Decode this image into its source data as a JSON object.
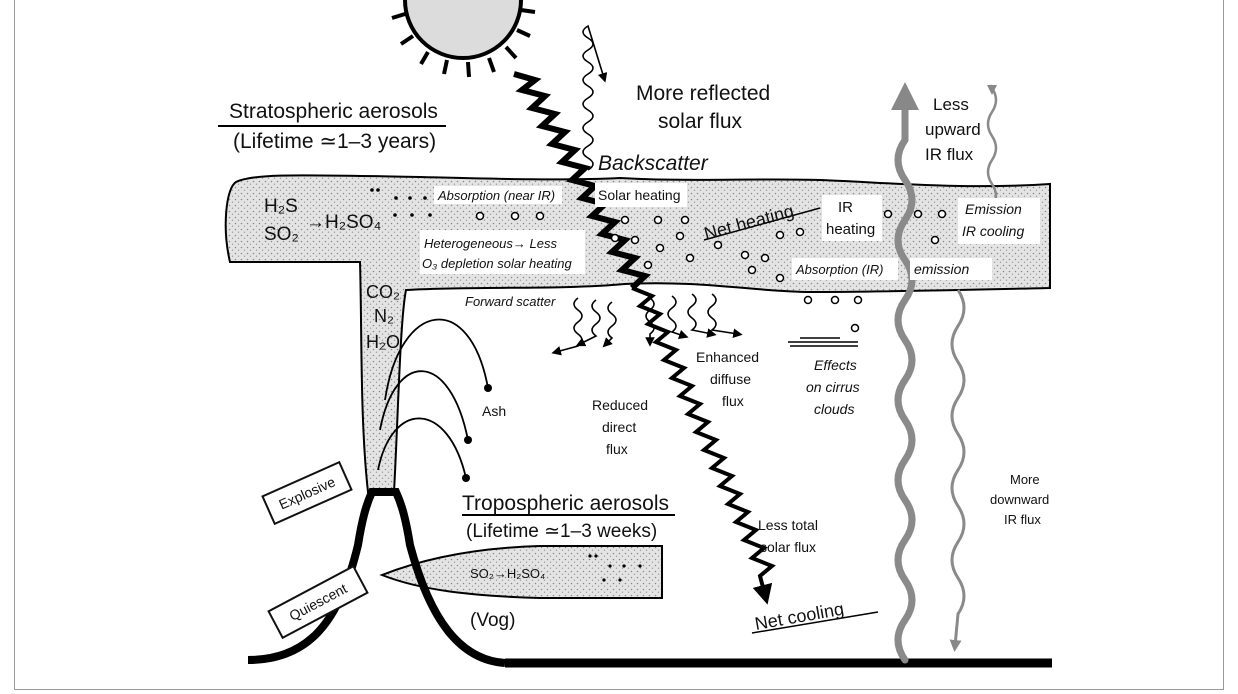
{
  "labels": {
    "more_reflected_1": "More reflected",
    "more_reflected_2": "solar flux",
    "strat_title": "Stratospheric aerosols",
    "strat_lifetime": "(Lifetime ≃1–3 years)",
    "backscatter": "Backscatter",
    "less_upward_1": "Less",
    "less_upward_2": "upward",
    "less_upward_3": "IR flux",
    "h2s": "H₂S",
    "so2": "SO₂",
    "h2so4": "→H₂SO₄",
    "absorption_near_ir": "Absorption (near IR)",
    "solar_heating": "Solar heating",
    "net_heating": "Net heating",
    "ir_heating_1": "IR",
    "ir_heating_2": "heating",
    "emission_cooling_1": "Emission",
    "emission_cooling_2": "IR cooling",
    "heterogeneous": "Heterogeneous→ Less",
    "o3_depletion": "O₃ depletion solar heating",
    "absorption_ir": "Absorption (IR)",
    "emission": "emission",
    "co2": "CO₂",
    "n2": "N₂",
    "h2o": "H₂O",
    "forward_scatter": "Forward scatter",
    "ash": "Ash",
    "reduced_direct_1": "Reduced",
    "reduced_direct_2": "direct",
    "reduced_direct_3": "flux",
    "enhanced_diffuse_1": "Enhanced",
    "enhanced_diffuse_2": "diffuse",
    "enhanced_diffuse_3": "flux",
    "cirrus_1": "Effects",
    "cirrus_2": "on cirrus",
    "cirrus_3": "clouds",
    "more_downward_1": "More",
    "more_downward_2": "downward",
    "more_downward_3": "IR flux",
    "explosive": "Explosive",
    "trop_title": "Tropospheric aerosols",
    "trop_lifetime": "(Lifetime ≃1–3 weeks)",
    "less_total_1": "Less total",
    "less_total_2": "solar flux",
    "so2_h2so4": "SO₂→H₂SO₄",
    "quiescent": "Quiescent",
    "vog": "(Vog)",
    "net_cooling": "Net cooling"
  }
}
